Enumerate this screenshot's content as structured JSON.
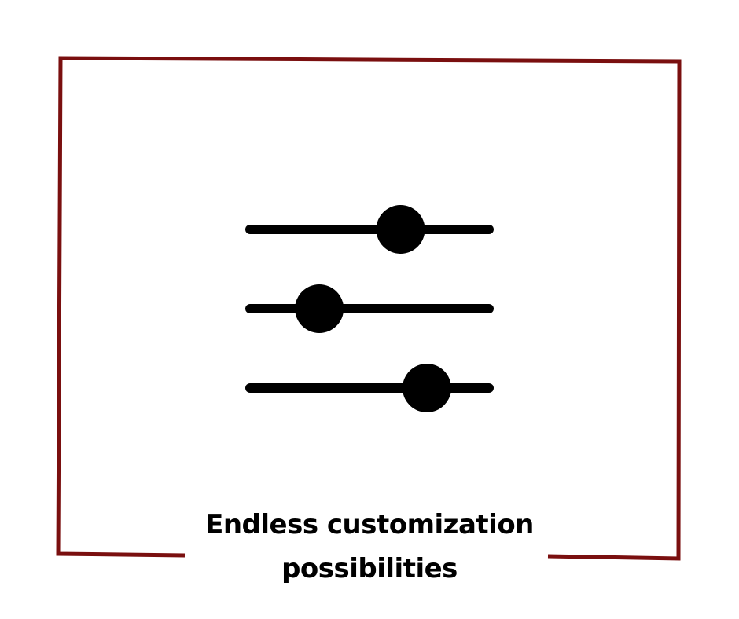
{
  "caption": {
    "line1": "Endless customization",
    "line2": "possibilities"
  },
  "sliders": [
    {
      "level": 0.63
    },
    {
      "level": 0.29
    },
    {
      "level": 0.74
    }
  ],
  "colors": {
    "frame": "#7a0f0f",
    "slider": "#000000",
    "background": "#ffffff"
  },
  "icon": "sliders-icon"
}
